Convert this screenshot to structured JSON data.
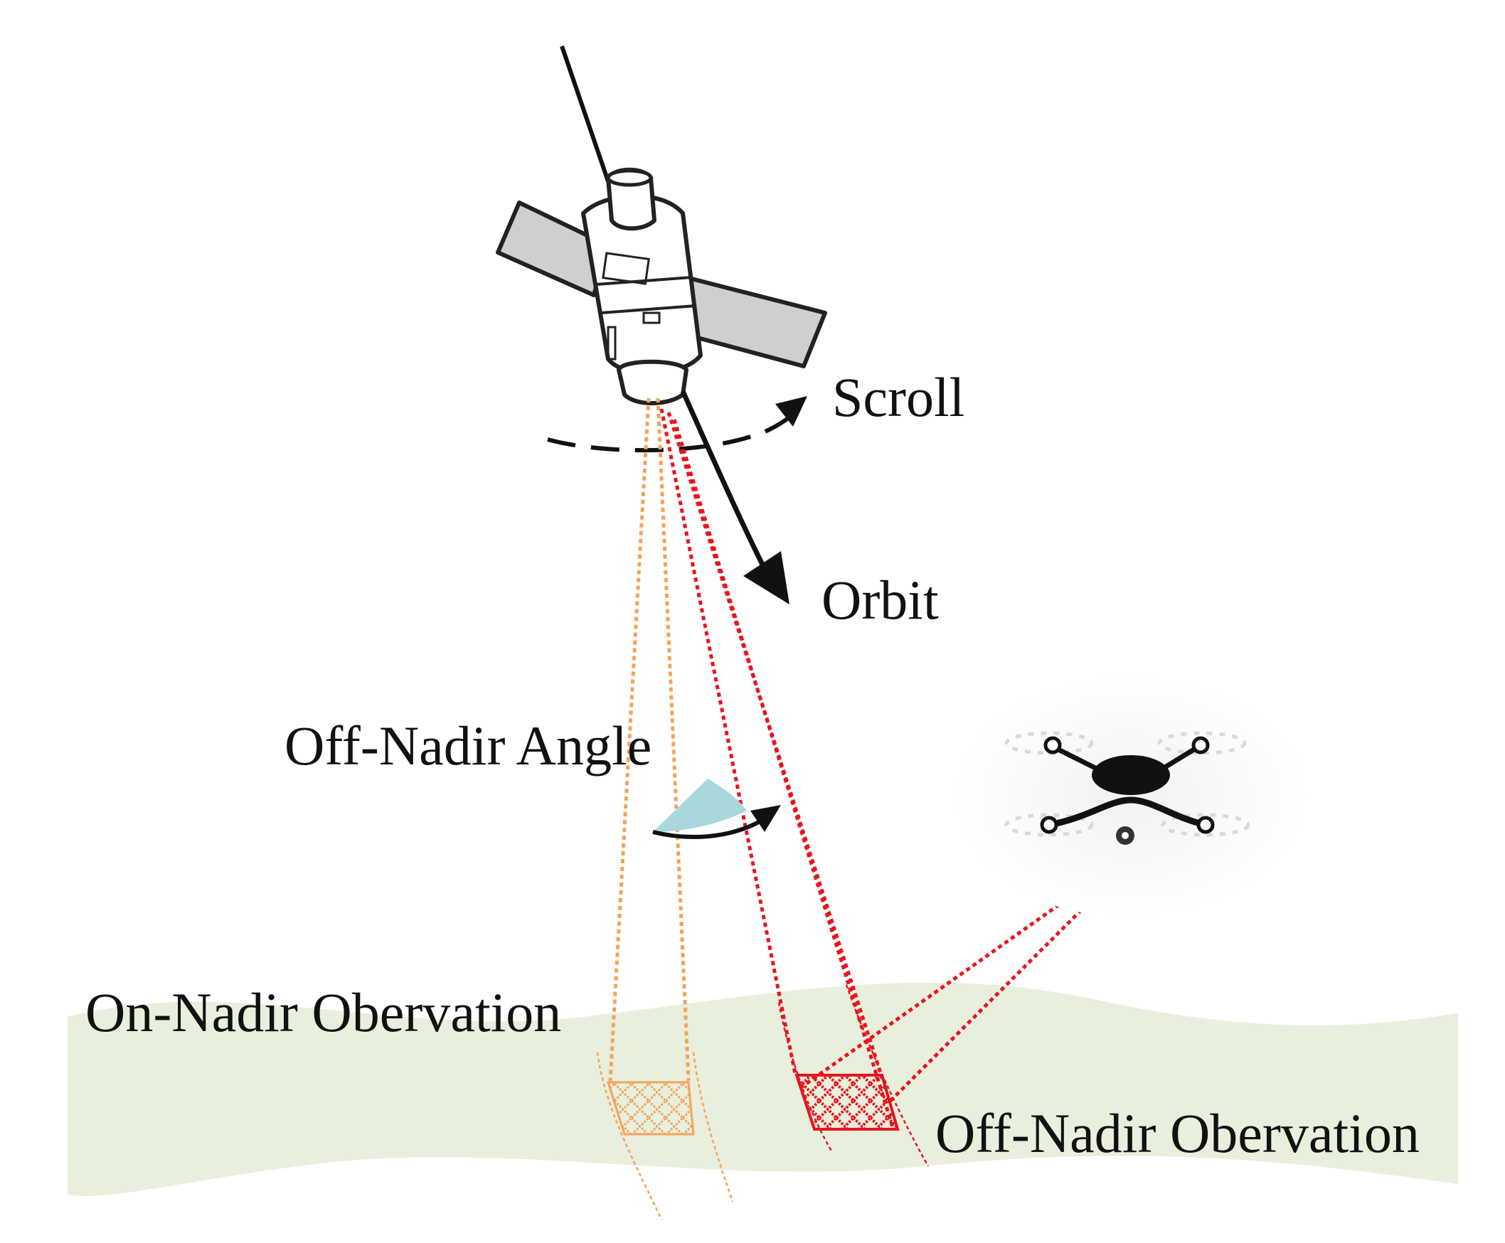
{
  "labels": {
    "scroll": "Scroll",
    "orbit": "Orbit",
    "off_nadir_angle": "Off-Nadir Angle",
    "on_nadir_observation": "On-Nadir Obervation",
    "off_nadir_observation": "Off-Nadir Obervation"
  },
  "colors": {
    "ground": "#e8efdc",
    "on_nadir_beam": "#f4a35a",
    "off_nadir_beam": "#e8141e",
    "angle_wedge": "#a8d8dc",
    "satellite_panel": "#cfcfcf",
    "satellite_body": "#ffffff",
    "outline": "#222222"
  },
  "icons": {
    "satellite": "satellite-icon",
    "drone": "quadcopter-drone-icon"
  }
}
